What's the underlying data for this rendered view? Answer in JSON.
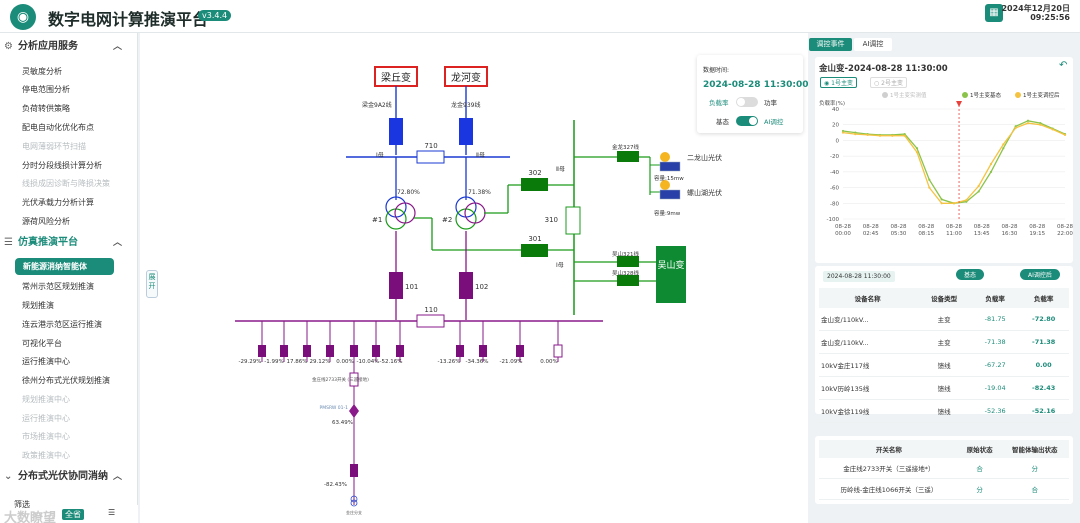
{
  "header": {
    "title": "数字电网计算推演平台",
    "version": "v3.4.4",
    "date": "2024年12月20日",
    "time": "09:25:56"
  },
  "sidebar": {
    "sections": [
      {
        "label": "分析应用服务",
        "icon": "gear-icon"
      },
      {
        "label": "仿真推演平台",
        "icon": "sliders-icon"
      },
      {
        "label": "分布式光伏协同消纳",
        "icon": "chevron-icon"
      }
    ],
    "items": [
      {
        "label": "灵敏度分析"
      },
      {
        "label": "停电范围分析"
      },
      {
        "label": "负荷转供策略"
      },
      {
        "label": "配电自动化优化布点"
      },
      {
        "label": "电网薄弱环节扫描"
      },
      {
        "label": "分时分段线损计算分析"
      },
      {
        "label": "线损成因诊断与降损决策"
      },
      {
        "label": "光伏承载力分析计算"
      },
      {
        "label": "源荷风险分析"
      },
      {
        "label": "新能源消纳智能体"
      },
      {
        "label": "常州示范区规划推演"
      },
      {
        "label": "规划推演"
      },
      {
        "label": "连云港示范区运行推演"
      },
      {
        "label": "可视化平台"
      },
      {
        "label": "运行推演中心"
      },
      {
        "label": "徐州分布式光伏规划推演"
      },
      {
        "label": "规划推演中心"
      },
      {
        "label": "运行推演中心"
      },
      {
        "label": "市场推演中心"
      },
      {
        "label": "政策推演中心"
      }
    ],
    "bottom": {
      "btn1": "筛选",
      "btn2": "全省",
      "watermark": "大数瞭望"
    },
    "collapse_handle": "展开"
  },
  "diagram": {
    "subs": [
      "梁丘变",
      "龙河变"
    ],
    "lines_top": [
      "梁金9A2线",
      "龙金939线"
    ],
    "bus_left": "Ⅰ母",
    "bus_right": "Ⅱ母",
    "tie_top": "710",
    "tx_left": {
      "name": "#1",
      "load": "72.80%"
    },
    "tx_right": {
      "name": "#2",
      "load": "71.38%"
    },
    "sw_302": "302",
    "sw_301": "301",
    "sw_310": "310",
    "bus2_label": "Ⅱ母",
    "bus1_label": "Ⅰ母",
    "pv_lines": [
      "金龙327线",
      "吴山321线",
      "吴山328线"
    ],
    "pv": [
      {
        "name": "二龙山光伏",
        "cap": "容量:15mw"
      },
      {
        "name": "螺山湖光伏",
        "cap": "容量:9mw"
      }
    ],
    "right_sub": "吴山变",
    "sw_101": "101",
    "sw_102": "102",
    "sw_110": "110",
    "feeder_loads_left": [
      "-29.29%",
      "-1.99%",
      "17.86%",
      "29.12%",
      "0.00%",
      "-10.04%",
      "-52.16%"
    ],
    "feeder_loads_right": [
      "-13.26%",
      "-34.36%",
      "-21.09%",
      "0.00%"
    ],
    "mid_label": "金庄线2733开关 (三遥接地)",
    "switch_label": "PMSRW 01-1",
    "mid_load": "63.49%",
    "bottom_load": "-82.43%",
    "end_label": "金庄分支"
  },
  "float_card": {
    "time_label": "数据时间:",
    "time_value": "2024-08-28 11:30:00",
    "toggle1_left": "负载率",
    "toggle1_right": "功率",
    "toggle2_left": "基态",
    "toggle2_right": "AI调控"
  },
  "right_panel": {
    "tabs": [
      "调控事件",
      "AI调控"
    ],
    "chart_title": "金山变-2024-08-28 11:30:00",
    "tx_tabs": [
      "1号主变",
      "2号主变"
    ],
    "legend": [
      "1号主变实测值",
      "1号主变基态",
      "1号主变调控后"
    ],
    "colors": {
      "measured": "#cfcfcf",
      "base": "#8bc34a",
      "ai": "#f5c342",
      "marker": "#e8413c"
    },
    "table1": {
      "time": "2024-08-28 11:30:00",
      "groups": [
        "基态",
        "AI调控后"
      ],
      "headers": [
        "设备名称",
        "设备类型",
        "负载率",
        "负载率"
      ],
      "rows": [
        [
          "金山变/110kV...",
          "主变",
          "-81.75",
          "-72.80"
        ],
        [
          "金山变/110kV...",
          "主变",
          "-71.38",
          "-71.38"
        ],
        [
          "10kV金庄117线",
          "馈线",
          "-67.27",
          "0.00"
        ],
        [
          "10kV历岭135线",
          "馈线",
          "-19.04",
          "-82.43"
        ],
        [
          "10kV金徐119线",
          "馈线",
          "-52.36",
          "-52.16"
        ]
      ]
    },
    "table2": {
      "headers": [
        "开关名称",
        "原始状态",
        "智能体输出状态"
      ],
      "rows": [
        [
          "金庄线2733开关（三遥接地*）",
          "合",
          "分"
        ],
        [
          "历岭线-金庄线1066开关（三遥）",
          "分",
          "合"
        ]
      ]
    }
  },
  "chart_data": {
    "type": "line",
    "title": "金山变-2024-08-28 11:30:00",
    "ylabel": "负载率(%)",
    "ylim": [
      -100,
      40
    ],
    "yticks": [
      40,
      20,
      0,
      -20,
      -40,
      -60,
      -80,
      -100
    ],
    "x": [
      "08-28 00:00",
      "08-28 02:45",
      "08-28 05:30",
      "08-28 08:15",
      "08-28 11:00",
      "08-28 13:45",
      "08-28 16:30",
      "08-28 19:15",
      "08-28 22:00"
    ],
    "series": [
      {
        "name": "1号主变基态",
        "color": "#8bc34a",
        "values": [
          12,
          10,
          8,
          7,
          7,
          8,
          -10,
          -50,
          -75,
          -80,
          -78,
          -65,
          -40,
          -10,
          18,
          25,
          22,
          15,
          8
        ]
      },
      {
        "name": "1号主变调控后",
        "color": "#f5c342",
        "values": [
          10,
          8,
          7,
          6,
          6,
          6,
          -15,
          -60,
          -80,
          -80,
          -76,
          -58,
          -30,
          -5,
          16,
          22,
          20,
          14,
          7
        ]
      }
    ],
    "marker_x": "08-28 11:30"
  }
}
